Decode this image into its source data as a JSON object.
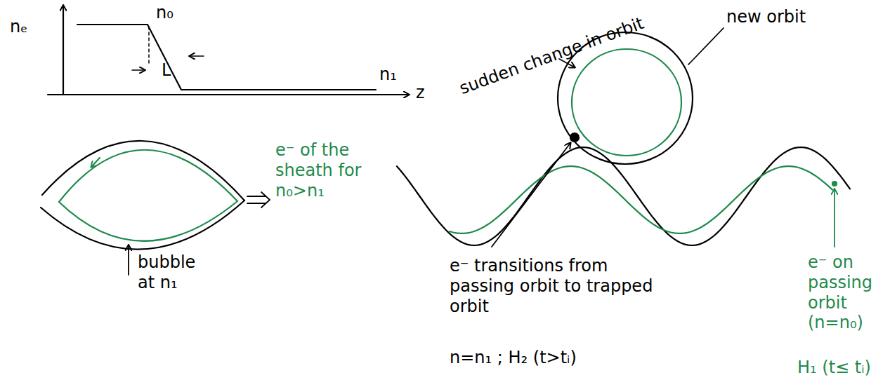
{
  "diagram": {
    "labels": [
      "nₑ",
      "n₀",
      "L",
      "n₁",
      "z",
      "e⁻ of the sheath for n₀>n₁",
      "bubble at n₁",
      "sudden change in orbit",
      "new orbit",
      "e⁻ transitions from passing orbit to trapped orbit",
      "n=n₁ ; H₂ (t>tᵢ)",
      "e⁻ on passing orbit (n=n₀)",
      "H₁ (t≤ tᵢ)"
    ]
  }
}
